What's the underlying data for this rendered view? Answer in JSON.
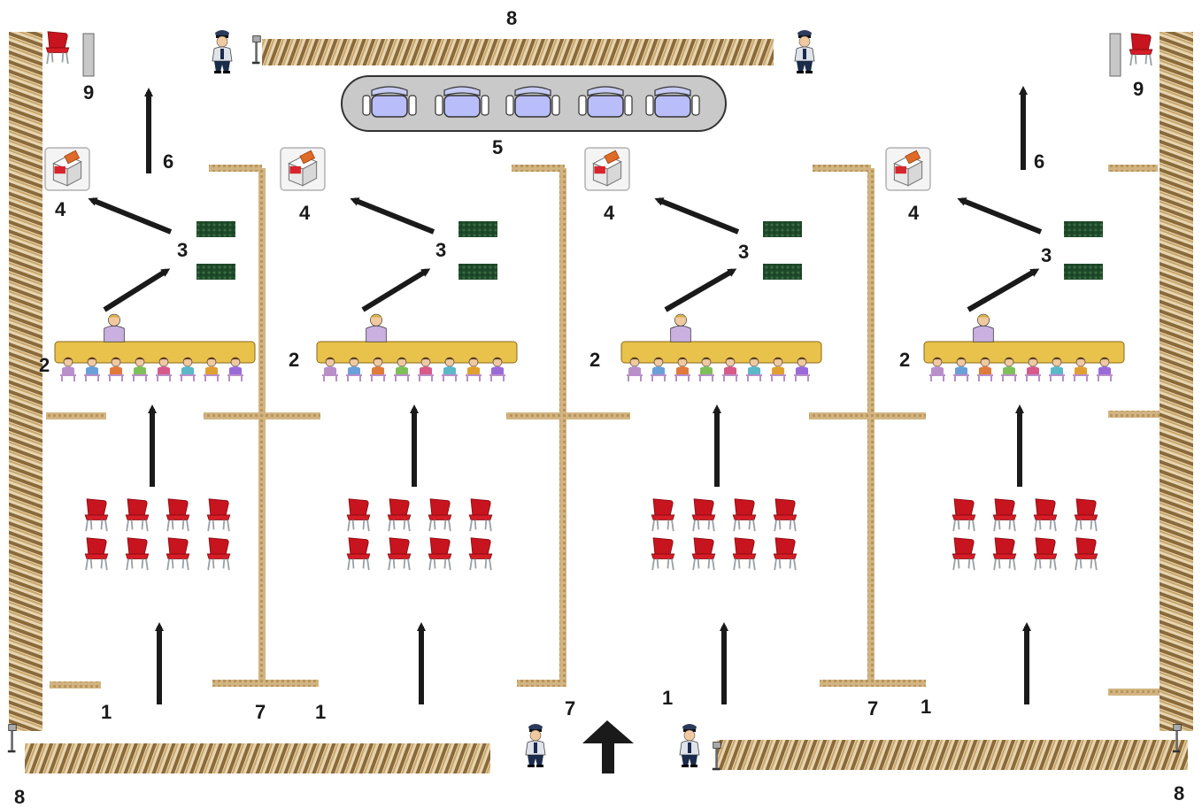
{
  "colors": {
    "wall": "#c9a66b",
    "wall_dark": "#7a5a2a",
    "partition": "#d2b482",
    "chair": "#c8141e",
    "ballot": "#e06a28",
    "table_green": "#1f4a2a",
    "arrow": "#1a1a1a",
    "officer_shirt": "#c9b0e0"
  },
  "labels": {
    "entrance": "1",
    "registration": "2",
    "voting_desks": "3",
    "ballot_box": "4",
    "central_desks": "5",
    "exit": "6",
    "partition": "7",
    "wall": "8",
    "corner": "9"
  },
  "icons": [
    "chair-icon",
    "ballot-box-icon",
    "voting-screen-icon",
    "police-officer-icon",
    "security-camera-icon",
    "desk-icon",
    "arrow-icon",
    "official-icon",
    "voter-icon"
  ]
}
